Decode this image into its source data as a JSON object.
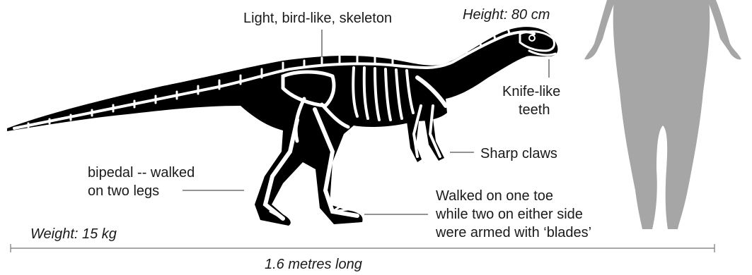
{
  "labels": {
    "skeleton": "Light, bird-like, skeleton",
    "height": "Height: 80 cm",
    "teeth_line1": "Knife-like",
    "teeth_line2": "teeth",
    "claws": "Sharp claws",
    "bipedal_line1": "bipedal -- walked",
    "bipedal_line2": "on two legs",
    "toe_line1": "Walked on one toe",
    "toe_line2": "while two on either side",
    "toe_line3": "were armed with ‘blades’",
    "weight": "Weight: 15 kg",
    "length": "1.6 metres long"
  },
  "colors": {
    "silhouette": "#000000",
    "bone": "#ffffff",
    "human": "#a6a6a6",
    "text": "#1a1a1a",
    "line": "#555555"
  }
}
